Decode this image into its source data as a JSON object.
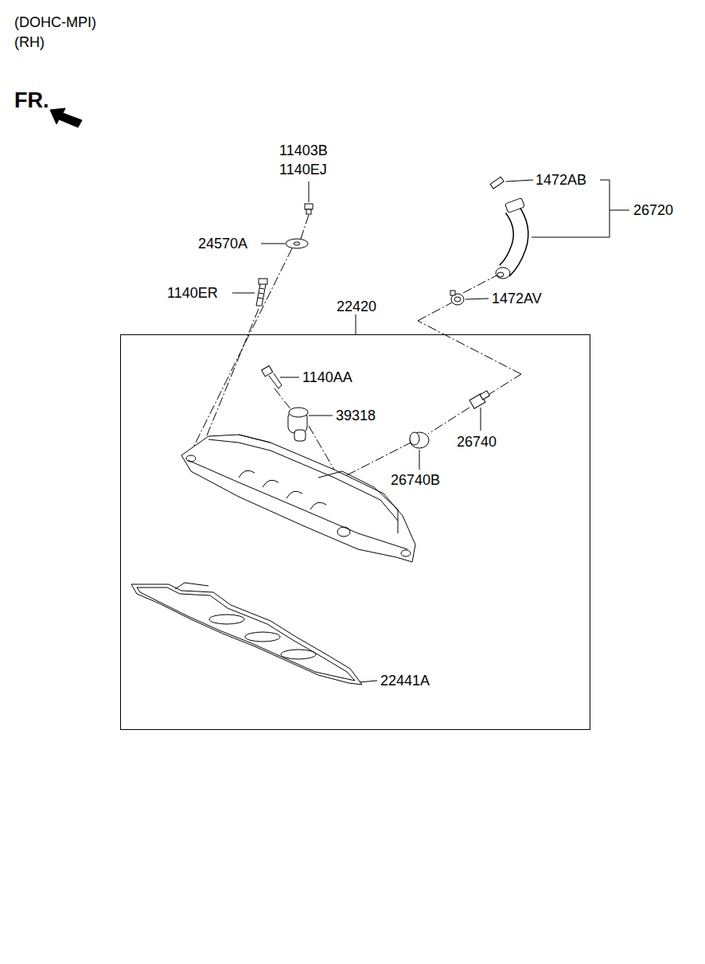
{
  "diagram": {
    "nodes": [
      {
        "text": [
          "22420"
        ]
      }
    ],
    "labels": [
      "(DOHC-MPI)",
      "(RH)",
      "FR.",
      "11403B",
      "1140EJ",
      "24570A",
      "1140ER",
      "1472AB",
      "26720",
      "1472AV",
      "1140AA",
      "39318",
      "26740",
      "26740B",
      "22441A"
    ]
  }
}
